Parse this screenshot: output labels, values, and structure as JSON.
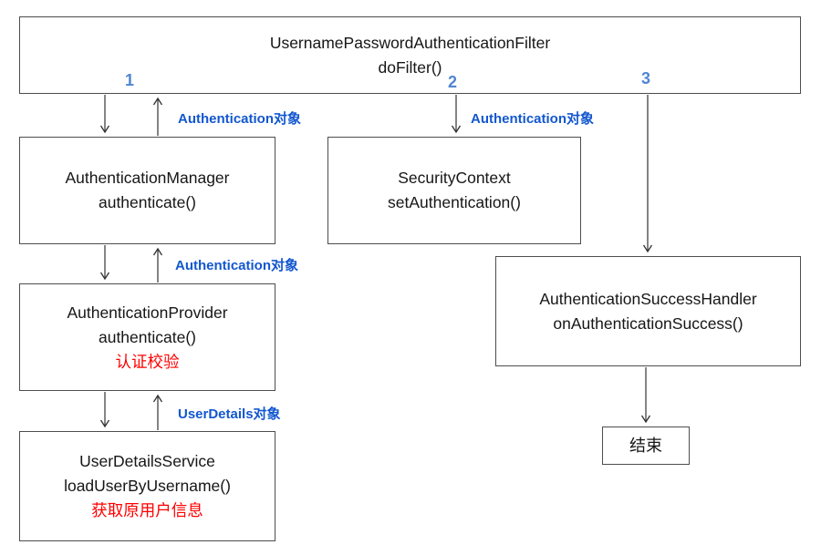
{
  "diagram": {
    "title_hint": "Spring Security authentication flow",
    "colors": {
      "step_number_blue": "#4f86d2",
      "edge_label_blue": "#1257cf",
      "note_red": "#ff0000",
      "box_border": "#4d4d4d",
      "text": "#161616",
      "background": "#ffffff"
    },
    "boxes": {
      "filter": {
        "line1": "UsernamePasswordAuthenticationFilter",
        "line2": "doFilter()"
      },
      "authentication_manager": {
        "line1": "AuthenticationManager",
        "line2": "authenticate()"
      },
      "security_context": {
        "line1": "SecurityContext",
        "line2": "setAuthentication()"
      },
      "authentication_provider": {
        "line1": "AuthenticationProvider",
        "line2": "authenticate()",
        "note": "认证校验"
      },
      "success_handler": {
        "line1": "AuthenticationSuccessHandler",
        "line2": "onAuthenticationSuccess()"
      },
      "user_details_service": {
        "line1": "UserDetailsService",
        "line2": "loadUserByUsername()",
        "note": "获取原用户信息"
      },
      "end": {
        "line1": "结束"
      }
    },
    "step_numbers": {
      "one": "1",
      "two": "2",
      "three": "3"
    },
    "edge_labels": {
      "auth_object_1": "Authentication对象",
      "auth_object_2": "Authentication对象",
      "auth_object_3": "Authentication对象",
      "user_details_object": "UserDetails对象"
    }
  }
}
